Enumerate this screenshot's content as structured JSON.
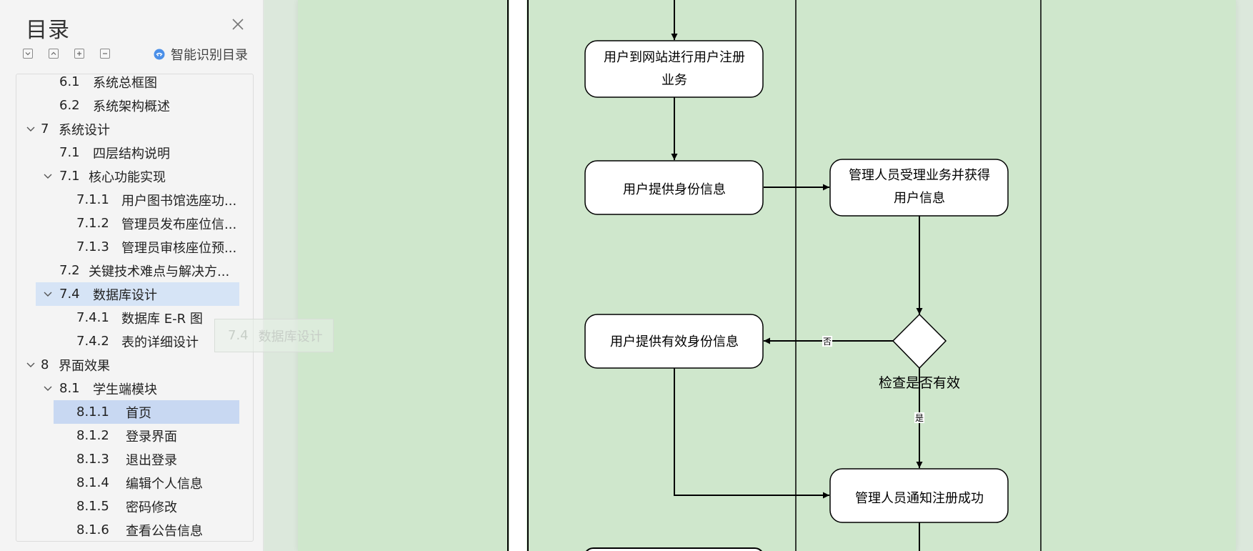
{
  "toc": {
    "title": "目录",
    "smart_toc_label": "智能识别目录",
    "drag_ghost": {
      "number": "7.4",
      "label": "数据库设计"
    },
    "items": [
      {
        "level": 2,
        "number": "6.1",
        "label": "系统总框图",
        "chevron": false
      },
      {
        "level": 2,
        "number": "6.2",
        "label": "系统架构概述",
        "chevron": false
      },
      {
        "level": 1,
        "number": "7",
        "label": "系统设计",
        "chevron": true
      },
      {
        "level": 2,
        "number": "7.1",
        "label": "四层结构说明",
        "chevron": false
      },
      {
        "level": 2,
        "number": "7.1",
        "label": "核心功能实现",
        "chevron": true,
        "tight": true
      },
      {
        "level": 3,
        "number": "7.1.1",
        "label": "用户图书馆选座功...",
        "chevron": false,
        "tight": true
      },
      {
        "level": 3,
        "number": "7.1.2",
        "label": "管理员发布座位信...",
        "chevron": false,
        "tight": true
      },
      {
        "level": 3,
        "number": "7.1.3",
        "label": "管理员审核座位预...",
        "chevron": false,
        "tight": true
      },
      {
        "level": 2,
        "number": "7.2",
        "label": "关键技术难点与解决方...",
        "chevron": false,
        "tight": true
      },
      {
        "level": 2,
        "number": "7.4",
        "label": "数据库设计",
        "chevron": true,
        "highlight": true
      },
      {
        "level": 3,
        "number": "7.4.1",
        "label": "数据库 E-R 图",
        "chevron": false,
        "tight": true
      },
      {
        "level": 3,
        "number": "7.4.2",
        "label": "表的详细设计",
        "chevron": false,
        "tight": true
      },
      {
        "level": 1,
        "number": "8",
        "label": "界面效果",
        "chevron": true
      },
      {
        "level": 2,
        "number": "8.1",
        "label": "学生端模块",
        "chevron": true
      },
      {
        "level": 3,
        "number": "8.1.1",
        "label": "首页",
        "chevron": false,
        "selected": true
      },
      {
        "level": 3,
        "number": "8.1.2",
        "label": "登录界面",
        "chevron": false
      },
      {
        "level": 3,
        "number": "8.1.3",
        "label": "退出登录",
        "chevron": false
      },
      {
        "level": 3,
        "number": "8.1.4",
        "label": "编辑个人信息",
        "chevron": false
      },
      {
        "level": 3,
        "number": "8.1.5",
        "label": "密码修改",
        "chevron": false
      },
      {
        "level": 3,
        "number": "8.1.6",
        "label": "查看公告信息",
        "chevron": false
      }
    ]
  },
  "diagram": {
    "nodes": {
      "register": "用户到网站进行用户注册\n业务",
      "provide_id": "用户提供身份信息",
      "admin_accept": "管理人员受理业务并获得\n用户信息",
      "provide_valid": "用户提供有效身份信息",
      "notify_success": "管理人员通知注册成功"
    },
    "decision_label": "检查是否有效",
    "edge_no": "否",
    "edge_yes": "是"
  },
  "colors": {
    "page_green": "#cfe7cc",
    "panel_bg": "#f4f4f4",
    "highlight": "#d6e4f6",
    "selected": "#c8d8f2",
    "smart_icon": "#4a8fe8"
  }
}
